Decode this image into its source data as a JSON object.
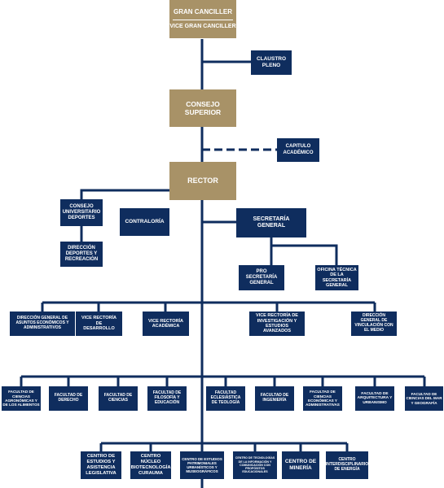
{
  "colors": {
    "navy": "#0f2d5e",
    "gold": "#a89267",
    "line": "#0f2d5e"
  },
  "top": {
    "gran_canciller": "GRAN CANCILLER",
    "vice_gran_canciller": "VICE GRAN CANCILLER"
  },
  "claustro": "CLAUSTRO PLENO",
  "consejo_superior": "CONSEJO SUPERIOR",
  "capitulo": "CAPITULO ACADÉMICO",
  "rector": "RECTOR",
  "consejo_deportes": "CONSEJO UNIVERSITARIO DEPORTES",
  "direccion_deportes": "DIRECCIÓN DEPORTES Y RECREACIÓN",
  "contraloria": "CONTRALORÍA",
  "secretaria_general": "SECRETARÍA GENERAL",
  "pro_secretaria": "PRO SECRETARÍA GENERAL",
  "oficina_tecnica": "OFICINA TÉCNICA DE LA SECRETARÍA GENERAL",
  "vice_row": [
    "DIRECCIÓN GENERAL DE ASUNTOS ECONÓMICOS Y ADMINISTRATIVOS",
    "VICE RECTORÍA DE DESARROLLO",
    "VICE RECTORÍA ACADÉMICA",
    "VICE RECTORÍA DE INVESTIGACIÓN Y ESTUDIOS AVANZADOS",
    "DIRECCIÓN GENERAL DE VINCULACIÓN CON EL MEDIO"
  ],
  "facultades": [
    "FACULTAD DE CIENCIAS AGRONÓMICAS Y DE LOS ALIMENTOS",
    "FACULTAD DE DERECHO",
    "FACULTAD DE CIENCIAS",
    "FACULTAD DE FILOSOFÍA Y EDUCACIÓN",
    "FACULTAD ECLESIÁSTICA DE TEOLOGÍA",
    "FACULTAD DE INGENIERÍA",
    "FACULTAD DE CIENCIAS ECONÓMICAS Y ADMINISTRATIVAS",
    "FACULTAD DE ARQUITECTURA Y URBANISMO",
    "FACULTAD DE CIENCIAS DEL MAR Y GEOGRAFÍA"
  ],
  "centros": [
    "CENTRO DE ESTUDIOS Y ASISTENCIA LEGISLATIVA",
    "CENTRO NÚCLEO BIOTECNOLOGÍA CURAUMA",
    "CENTRO DE ESTUDIOS PATRIMONIALES URBANÍSTICOS Y MUSEOGRÁFICOS",
    "CENTRO DE TECNOLOGÍAS DE LA INFORMACIÓN Y COMUNICACIÓN CON PROPÓSITOS EDUCACIONALES",
    "CENTRO DE MINERÍA",
    "CENTRO INTERDISCIPLINARIO DE ENERGÍA"
  ]
}
